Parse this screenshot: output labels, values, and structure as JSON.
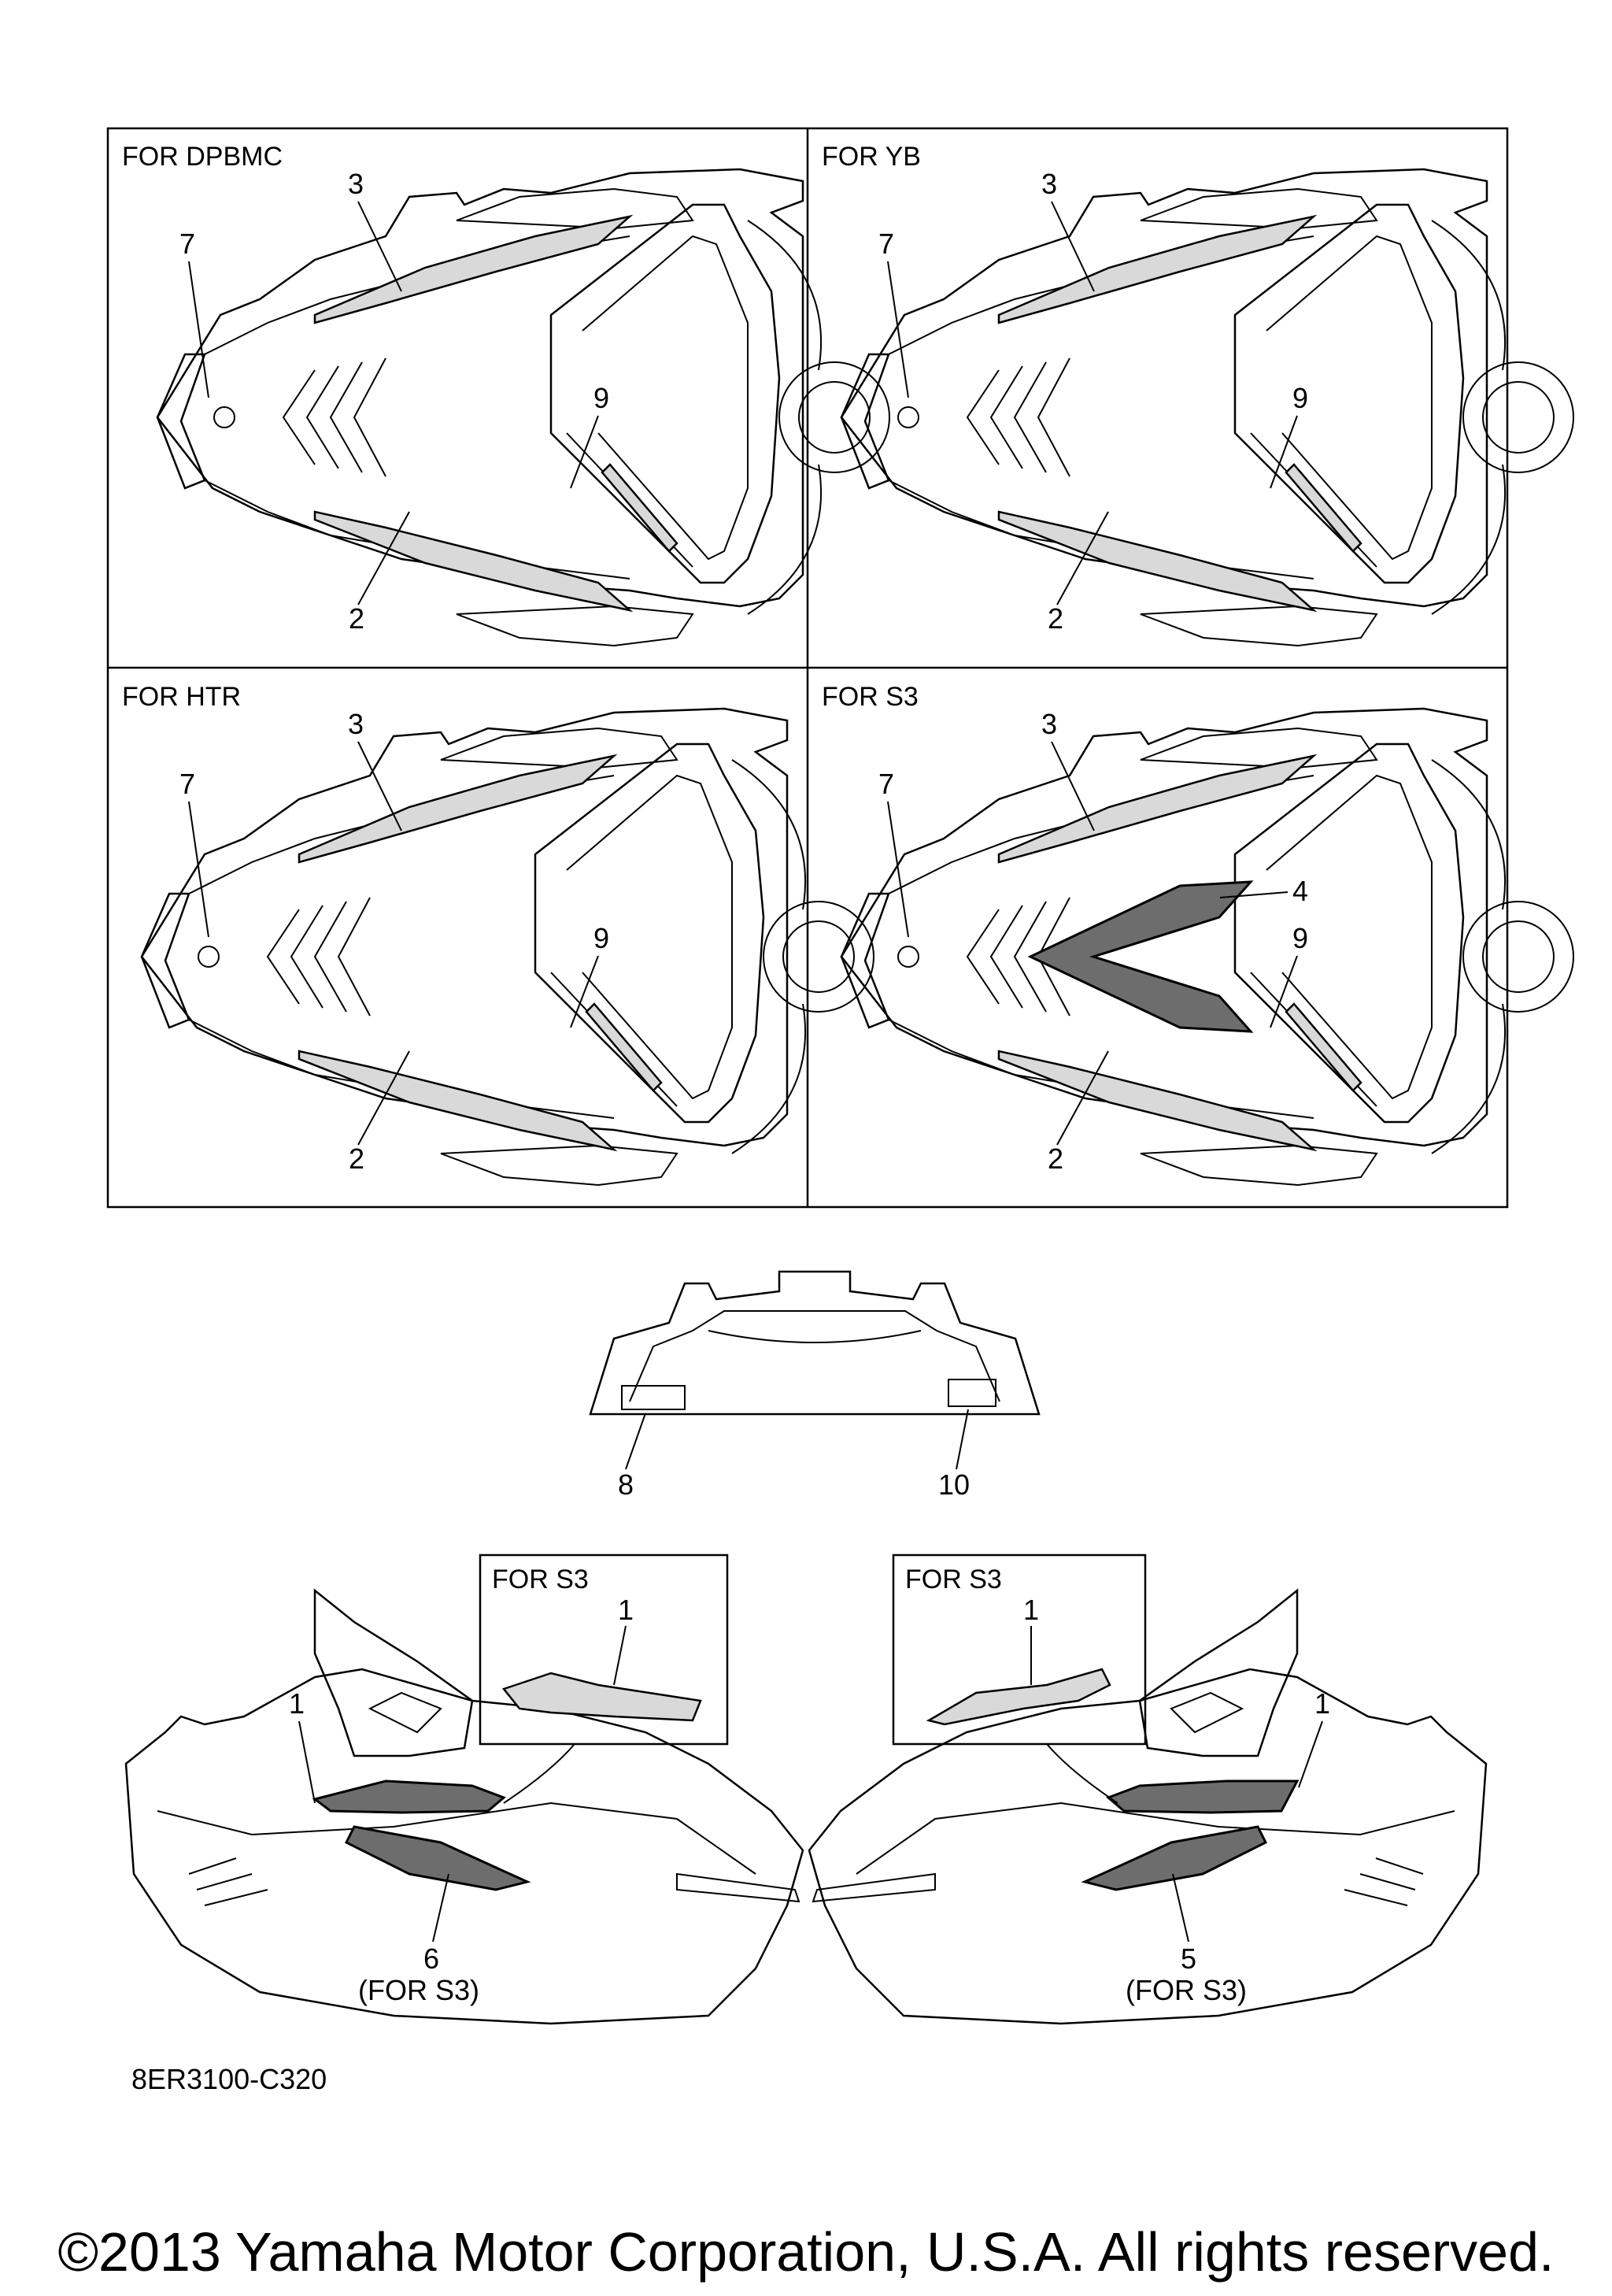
{
  "panels": [
    {
      "caption": "FOR DPBMC",
      "callouts": [
        "7",
        "3",
        "9",
        "2"
      ]
    },
    {
      "caption": "FOR YB",
      "callouts": [
        "7",
        "3",
        "9",
        "2"
      ]
    },
    {
      "caption": "FOR HTR",
      "callouts": [
        "7",
        "3",
        "9",
        "2"
      ]
    },
    {
      "caption": "FOR S3",
      "callouts": [
        "7",
        "3",
        "4",
        "9",
        "2"
      ]
    }
  ],
  "rear": {
    "callouts": [
      "8",
      "10"
    ]
  },
  "sides": {
    "left": {
      "inset_caption": "FOR S3",
      "inset_callout": "1",
      "callout_top": "1",
      "callout_bottom": "6",
      "callout_bottom_note": "(FOR S3)"
    },
    "right": {
      "inset_caption": "FOR S3",
      "inset_callout": "1",
      "callout_top": "1",
      "callout_bottom": "5",
      "callout_bottom_note": "(FOR S3)"
    }
  },
  "doc_id": "8ER3100-C320",
  "copyright": "©2013 Yamaha Motor Corporation, U.S.A. All rights reserved."
}
